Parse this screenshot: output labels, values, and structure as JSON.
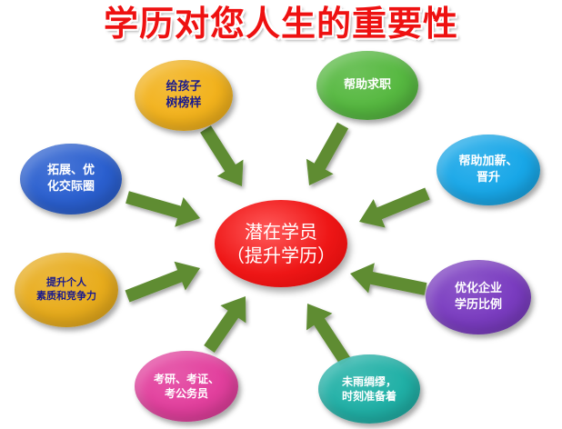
{
  "title": "学历对您人生的重要性",
  "center": {
    "label": "潜在学员\n（提升学历）",
    "color": "#ee1616"
  },
  "nodes": [
    {
      "id": "child-role-model",
      "label": "给孩子\n树榜样",
      "color": "#f2b21c",
      "text_color": "#1a1a8c"
    },
    {
      "id": "job-search",
      "label": "帮助求职",
      "color": "#56b840",
      "text_color": "#ffffff"
    },
    {
      "id": "broaden-network",
      "label": "拓展、优\n化交际圈",
      "color": "#2a5fcf",
      "text_color": "#ffffff"
    },
    {
      "id": "raise-promotion",
      "label": "帮助加薪、\n晋升",
      "color": "#18a7e8",
      "text_color": "#ffffff"
    },
    {
      "id": "personal-quality",
      "label": "提升个人\n素质和竞争力",
      "color": "#e8ac1c",
      "text_color": "#1a1a8c"
    },
    {
      "id": "optimize-ratio",
      "label": "优化企业\n学历比例",
      "color": "#7a3cc0",
      "text_color": "#ffffff"
    },
    {
      "id": "exams",
      "label": "考研、考证、\n考公务员",
      "color": "#e23f9d",
      "text_color": "#ffffff"
    },
    {
      "id": "prepare-ahead",
      "label": "未雨绸缪，\n时刻准备着",
      "color": "#20b0a6",
      "text_color": "#ffffff"
    }
  ],
  "arrow_color": "#5e8c32"
}
